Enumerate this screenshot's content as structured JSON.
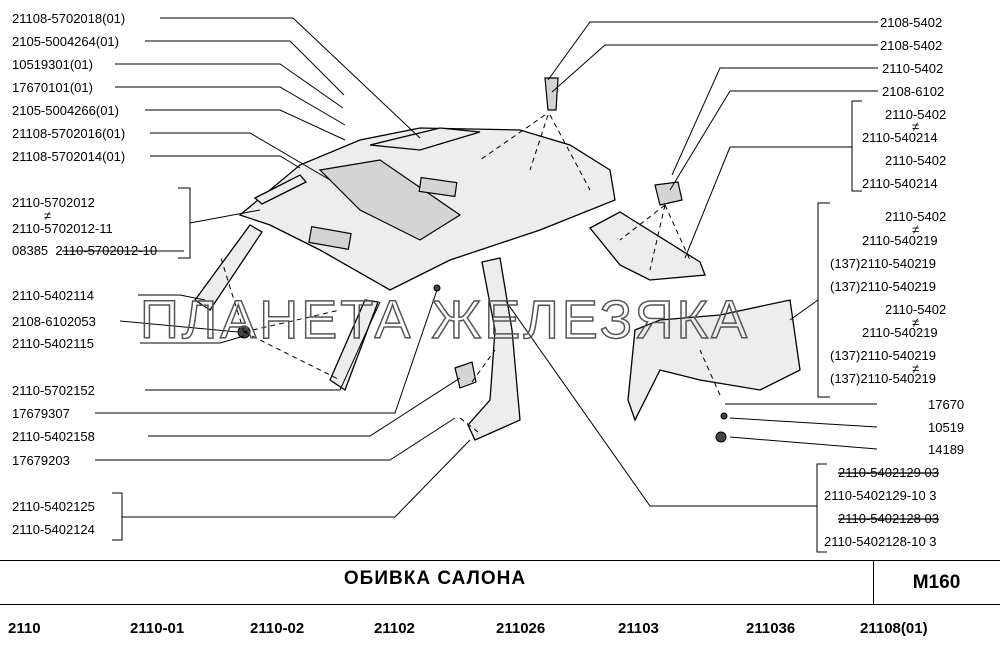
{
  "left_labels": [
    "21108-5702018(01)",
    "2105-5004264(01)",
    "10519301(01)",
    "17670101(01)",
    "2105-5004266(01)",
    "21108-5702016(01)",
    "21108-5702014(01)",
    "2110-5702012",
    "2110-5702012-11",
    "08385  2110-5702012-10",
    "2110-5402114",
    "2108-6102053",
    "2110-5402115",
    "2110-5702152",
    "17679307",
    "2110-5402158",
    "17679203",
    "2110-5402125",
    "2110-5402124"
  ],
  "right_labels": [
    "2108-5402",
    "2108-5402",
    "2110-5402",
    "2108-6102",
    "2110-5402",
    "2110-540214",
    "2110-5402",
    "2110-540214",
    "2110-5402",
    "2110-540219",
    "(137)2110-540219",
    "(137)2110-540219",
    "2110-5402",
    "2110-540219",
    "(137)2110-540219",
    "(137)2110-540219",
    "17670",
    "10519",
    "14189",
    "2110-5402129 03",
    "2110-5402129-10 3",
    "2110-5402128 03",
    "2110-5402128-10 3"
  ],
  "watermark": "ПЛАНЕТА ЖЕЛЕЗЯКА",
  "title": "ОБИВКА  САЛОНА",
  "code": "M160",
  "models": [
    "2110",
    "2110-01",
    "2110-02",
    "21102",
    "211026",
    "21103",
    "211036",
    "21108(01)"
  ]
}
